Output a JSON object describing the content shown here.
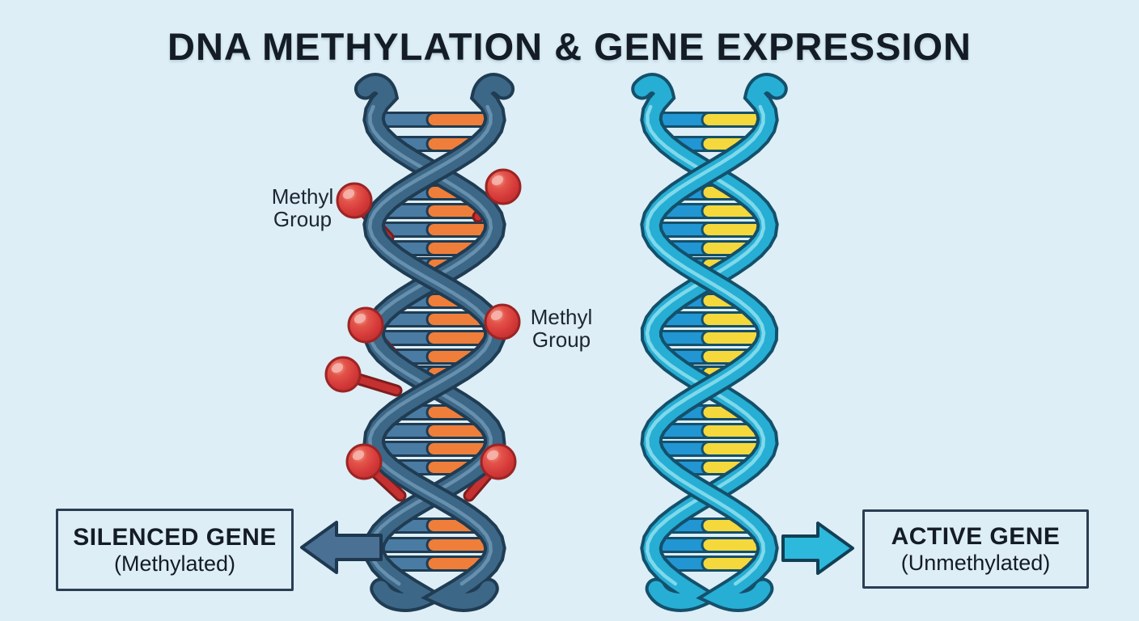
{
  "title": "DNA METHYLATION & GENE EXPRESSION",
  "annotations": [
    {
      "line1": "Methyl",
      "line2": "Group"
    },
    {
      "line1": "Methyl",
      "line2": "Group"
    }
  ],
  "left_panel": {
    "box_title": "SILENCED GENE",
    "box_subtitle": "(Methylated)",
    "helix_state": "methylated",
    "methyl_group_count": 7
  },
  "right_panel": {
    "box_title": "ACTIVE GENE",
    "box_subtitle": "(Unmethylated)",
    "helix_state": "unmethylated"
  },
  "colors": {
    "background": "#ddeef6",
    "title_text": "#141c26",
    "label_text": "#1c2733",
    "box_border": "#2a3e53",
    "silenced_arrow": "#4a7093",
    "silenced_arrow_outline": "#1d3850",
    "active_arrow": "#2cb9dc",
    "active_arrow_outline": "#123f54",
    "left_strand": "#3d6787",
    "left_strand_outline": "#1f3c53",
    "left_strand_highlight": "#6f96b5",
    "left_rung_blue": "#4a7ba3",
    "left_rung_orange": "#ef7e3a",
    "right_strand": "#27aed4",
    "right_strand_outline": "#14506b",
    "right_strand_highlight": "#8fe0ee",
    "right_rung_blue": "#2196d3",
    "right_rung_yellow": "#f5d83c",
    "methyl_red": "#d63a3a",
    "methyl_red_dark": "#9c2424",
    "methyl_red_light": "#f6b3aa",
    "methyl_stem": "#c53030",
    "methyl_stem_outline": "#7e1d1d"
  }
}
